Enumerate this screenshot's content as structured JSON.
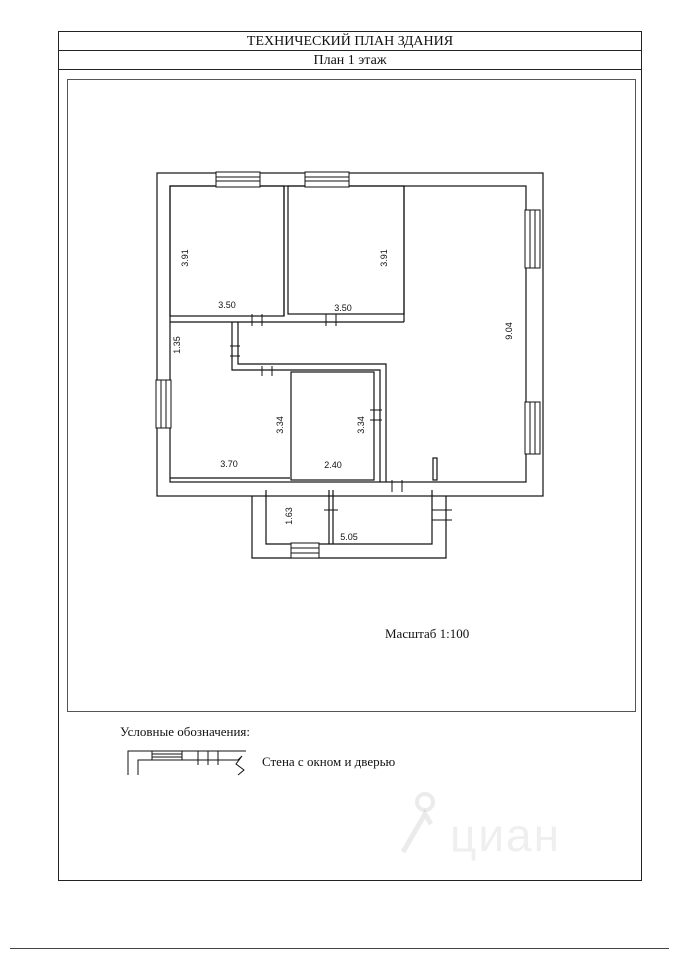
{
  "header": {
    "title": "ТЕХНИЧЕСКИЙ ПЛАН ЗДАНИЯ",
    "subtitle": "План  1 этаж"
  },
  "plan": {
    "dimensions": {
      "room1_height": "3.91",
      "room1_width": "3.50",
      "room2_height": "3.91",
      "room2_width": "3.50",
      "big_room_length": "9.04",
      "corridor": "1.35",
      "room3_height": "3.34",
      "room3_width": "3.70",
      "room4_height": "3.34",
      "room4_width": "2.40",
      "porch_height": "1.63",
      "porch_width": "5.05"
    },
    "scale_label": "Масштаб 1:100"
  },
  "legend": {
    "title": "Условные обозначения:",
    "item_label": "Стена с окном и дверью"
  },
  "watermark": {
    "text": "циан"
  }
}
